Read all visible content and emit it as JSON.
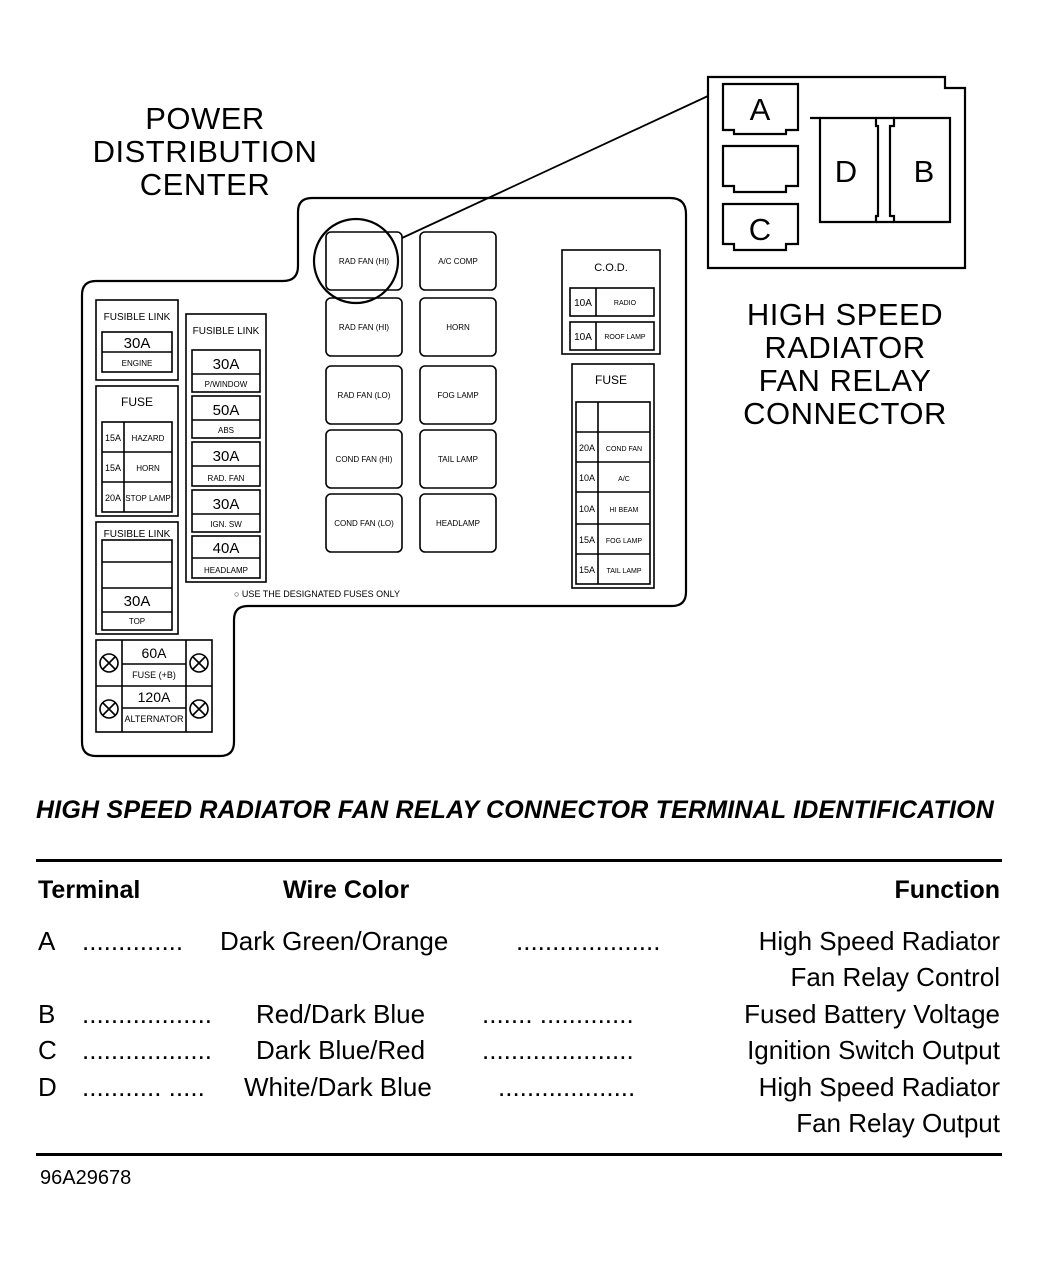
{
  "diagram": {
    "pdc_title": [
      "POWER",
      "DISTRIBUTION",
      "CENTER"
    ],
    "relay_title": [
      "HIGH SPEED",
      "RADIATOR",
      "FAN RELAY",
      "CONNECTOR"
    ],
    "connector_pins": [
      "A",
      "D",
      "B",
      "C"
    ],
    "fusible_link_1": {
      "header": "FUSIBLE LINK",
      "rating": "30A",
      "name": "ENGINE"
    },
    "fuse_left": {
      "header": "FUSE",
      "items": [
        {
          "rating": "15A",
          "name": "HAZARD"
        },
        {
          "rating": "15A",
          "name": "HORN"
        },
        {
          "rating": "20A",
          "name": "STOP LAMP"
        }
      ]
    },
    "fusible_link_2": {
      "header": "FUSIBLE LINK",
      "rating": "30A",
      "name": "TOP"
    },
    "fusible_link_col": {
      "header": "FUSIBLE LINK",
      "items": [
        {
          "rating": "30A",
          "name": "P/WINDOW"
        },
        {
          "rating": "50A",
          "name": "ABS"
        },
        {
          "rating": "30A",
          "name": "RAD. FAN"
        },
        {
          "rating": "30A",
          "name": "IGN. SW"
        },
        {
          "rating": "40A",
          "name": "HEADLAMP"
        }
      ]
    },
    "bottom_links": [
      {
        "rating": "60A",
        "name": "FUSE (+B)"
      },
      {
        "rating": "120A",
        "name": "ALTERNATOR"
      }
    ],
    "relays_left": [
      "RAD FAN (HI)",
      "RAD FAN (HI)",
      "RAD FAN (LO)",
      "COND FAN (HI)",
      "COND FAN (LO)"
    ],
    "relays_right": [
      "A/C COMP",
      "HORN",
      "FOG LAMP",
      "TAIL LAMP",
      "HEADLAMP"
    ],
    "cod": {
      "header": "C.O.D.",
      "items": [
        {
          "rating": "10A",
          "name": "RADIO"
        },
        {
          "rating": "10A",
          "name": "ROOF LAMP"
        }
      ]
    },
    "fuse_right": {
      "header": "FUSE",
      "items": [
        {
          "rating": "20A",
          "name": "COND FAN"
        },
        {
          "rating": "10A",
          "name": "A/C"
        },
        {
          "rating": "10A",
          "name": "HI BEAM"
        },
        {
          "rating": "15A",
          "name": "FOG LAMP"
        },
        {
          "rating": "15A",
          "name": "TAIL LAMP"
        }
      ]
    },
    "note": "○ USE THE DESIGNATED FUSES ONLY"
  },
  "table": {
    "title": "HIGH SPEED RADIATOR FAN RELAY CONNECTOR TERMINAL IDENTIFICATION",
    "headers": {
      "terminal": "Terminal",
      "wire_color": "Wire Color",
      "function": "Function"
    },
    "rows": [
      {
        "terminal": "A",
        "lead1": "..............",
        "wire": "Dark Green/Orange",
        "lead2": "....................",
        "function": [
          "High Speed Radiator",
          "Fan Relay Control"
        ]
      },
      {
        "terminal": "B",
        "lead1": "..................",
        "wire": "Red/Dark Blue",
        "lead2": "....... .............",
        "function": [
          "Fused Battery Voltage"
        ]
      },
      {
        "terminal": "C",
        "lead1": "..................",
        "wire": "Dark Blue/Red",
        "lead2": ".....................",
        "function": [
          "Ignition Switch Output"
        ]
      },
      {
        "terminal": "D",
        "lead1": "........... .....",
        "wire": "White/Dark Blue",
        "lead2": "...................",
        "function": [
          "High Speed Radiator",
          "Fan Relay Output"
        ]
      }
    ]
  },
  "reference": "96A29678"
}
